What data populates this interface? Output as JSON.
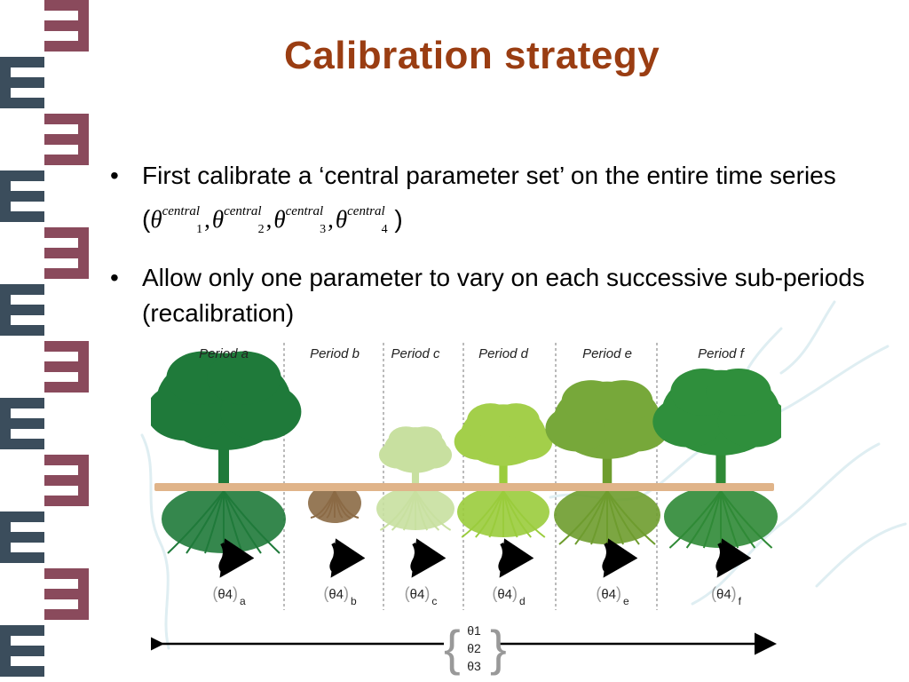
{
  "slide": {
    "title": "Calibration strategy"
  },
  "bullets": [
    {
      "text_before": "First calibrate a ‘central parameter set’ on the entire time series (",
      "text_after": " )",
      "math": {
        "symbol": "θ",
        "superscript": "central",
        "subscripts": [
          "1",
          "2",
          "3",
          "4"
        ]
      }
    },
    {
      "text": "Allow only one parameter to vary on each successive sub-periods (recalibration)"
    }
  ],
  "figure": {
    "periods": [
      {
        "label": "Period a",
        "param": "θ4",
        "param_sub": "a",
        "tree_size": 1.0,
        "canopy_color": "#1f7a3a",
        "root_color": "#1f7a3a"
      },
      {
        "label": "Period b",
        "param": "θ4",
        "param_sub": "b",
        "tree_size": 0.0,
        "canopy_color": "#1f7a3a",
        "root_color": "#8b6a45"
      },
      {
        "label": "Period c",
        "param": "θ4",
        "param_sub": "c",
        "tree_size": 0.35,
        "canopy_color": "#c8e0a0",
        "root_color": "#c8e0a0"
      },
      {
        "label": "Period d",
        "param": "θ4",
        "param_sub": "d",
        "tree_size": 0.55,
        "canopy_color": "#a3cf4a",
        "root_color": "#9acc3c"
      },
      {
        "label": "Period e",
        "param": "θ4",
        "param_sub": "e",
        "tree_size": 0.75,
        "canopy_color": "#77a83a",
        "root_color": "#6e9c2e"
      },
      {
        "label": "Period f",
        "param": "θ4",
        "param_sub": "f",
        "tree_size": 0.85,
        "canopy_color": "#2f8f3c",
        "root_color": "#2f8a36"
      }
    ],
    "fixed_params": [
      "θ1",
      "θ2",
      "θ3"
    ],
    "ground_color": "#e0b489",
    "accent_color": "#9a3d12"
  }
}
